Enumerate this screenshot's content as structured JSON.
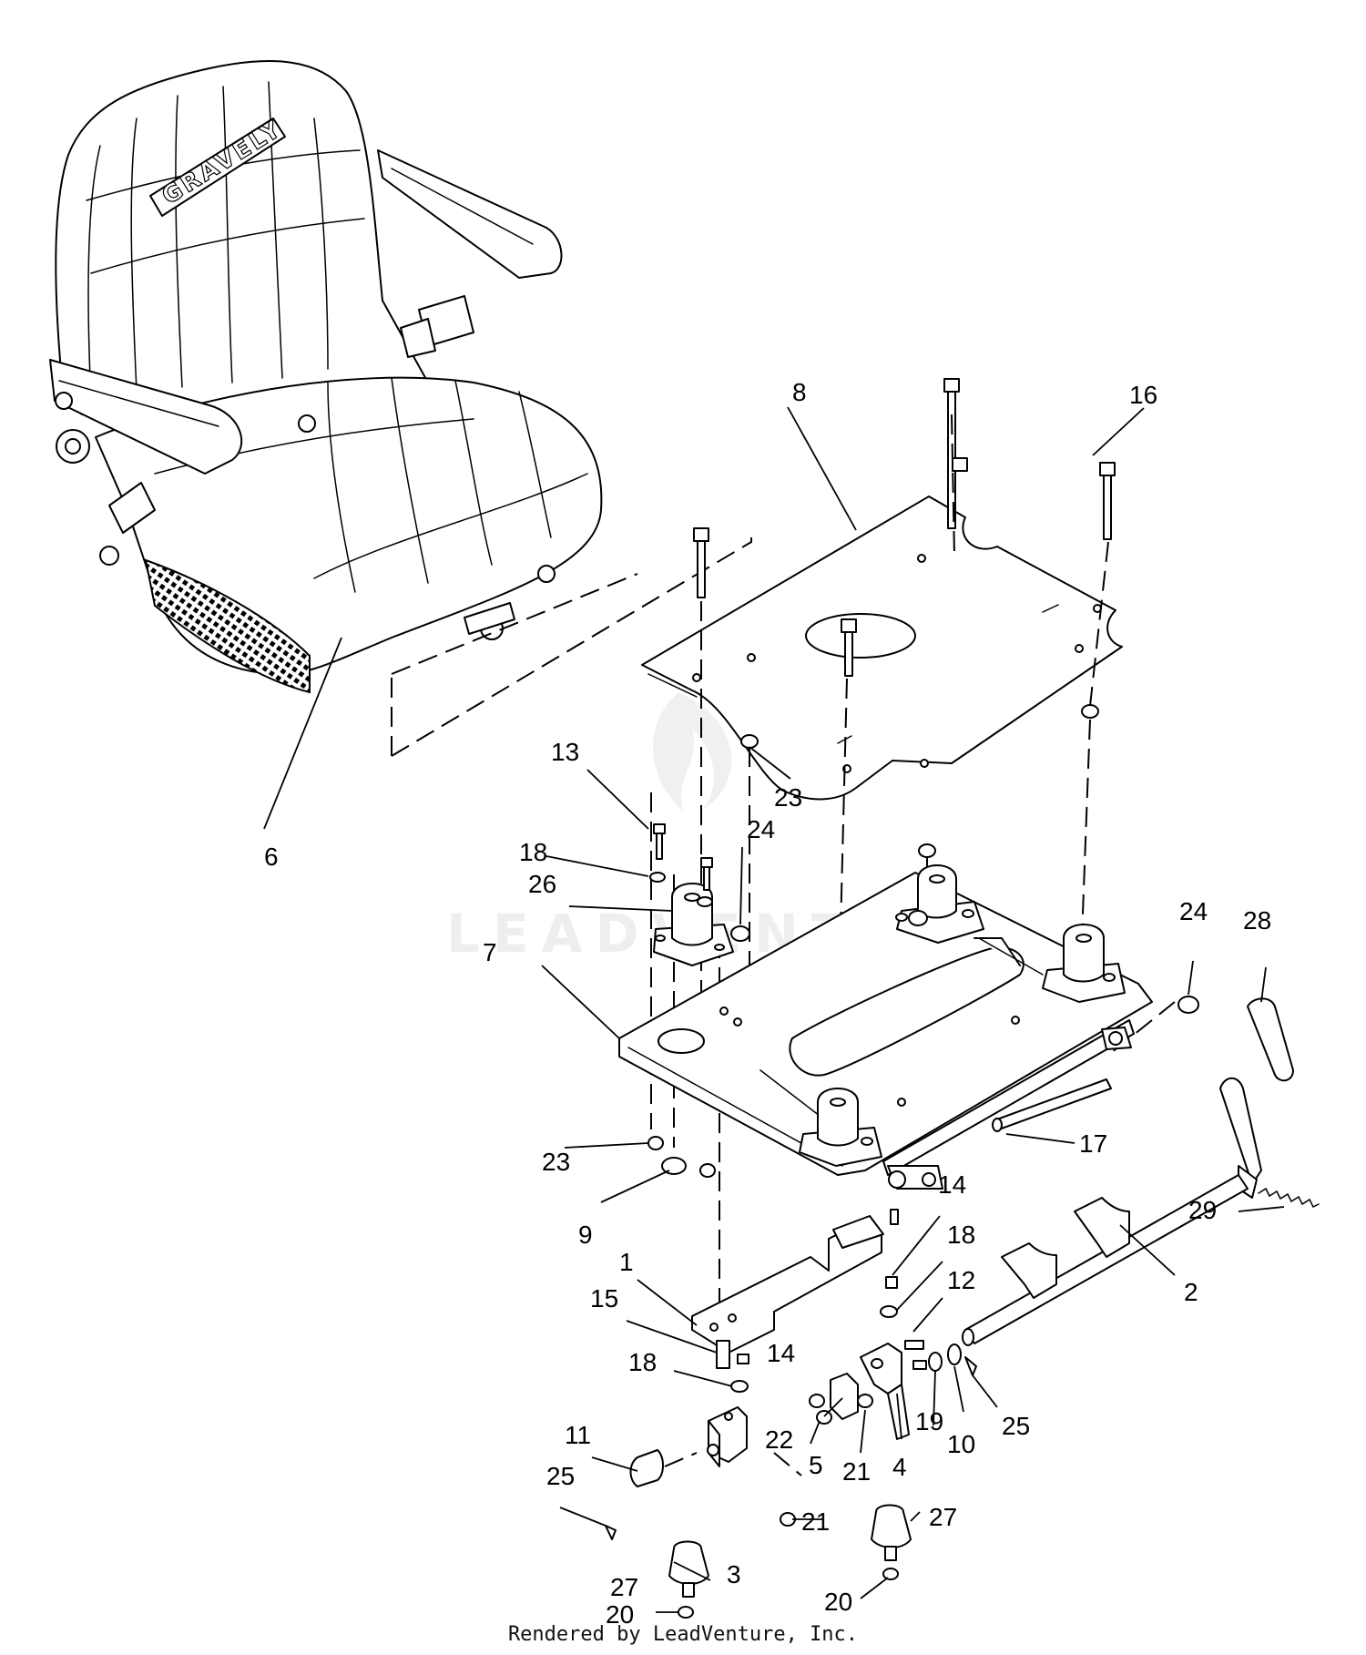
{
  "diagram": {
    "brand_text": "GRAVELY",
    "watermark_text": "LEADVENTURE",
    "credit": "Rendered by LeadVenture, Inc.",
    "callouts": [
      {
        "id": "c1",
        "label": "1"
      },
      {
        "id": "c2",
        "label": "2"
      },
      {
        "id": "c3",
        "label": "3"
      },
      {
        "id": "c4",
        "label": "4"
      },
      {
        "id": "c5",
        "label": "5"
      },
      {
        "id": "c6",
        "label": "6"
      },
      {
        "id": "c7",
        "label": "7"
      },
      {
        "id": "c8",
        "label": "8"
      },
      {
        "id": "c9",
        "label": "9"
      },
      {
        "id": "c10",
        "label": "10"
      },
      {
        "id": "c11",
        "label": "11"
      },
      {
        "id": "c12",
        "label": "12"
      },
      {
        "id": "c13",
        "label": "13"
      },
      {
        "id": "c14a",
        "label": "14"
      },
      {
        "id": "c14b",
        "label": "14"
      },
      {
        "id": "c15",
        "label": "15"
      },
      {
        "id": "c16",
        "label": "16"
      },
      {
        "id": "c17",
        "label": "17"
      },
      {
        "id": "c18a",
        "label": "18"
      },
      {
        "id": "c18b",
        "label": "18"
      },
      {
        "id": "c18c",
        "label": "18"
      },
      {
        "id": "c19",
        "label": "19"
      },
      {
        "id": "c20a",
        "label": "20"
      },
      {
        "id": "c20b",
        "label": "20"
      },
      {
        "id": "c21a",
        "label": "21"
      },
      {
        "id": "c21b",
        "label": "21"
      },
      {
        "id": "c22",
        "label": "22"
      },
      {
        "id": "c23a",
        "label": "23"
      },
      {
        "id": "c23b",
        "label": "23"
      },
      {
        "id": "c24a",
        "label": "24"
      },
      {
        "id": "c24b",
        "label": "24"
      },
      {
        "id": "c25a",
        "label": "25"
      },
      {
        "id": "c25b",
        "label": "25"
      },
      {
        "id": "c26",
        "label": "26"
      },
      {
        "id": "c27a",
        "label": "27"
      },
      {
        "id": "c27b",
        "label": "27"
      },
      {
        "id": "c28",
        "label": "28"
      },
      {
        "id": "c29",
        "label": "29"
      }
    ]
  }
}
